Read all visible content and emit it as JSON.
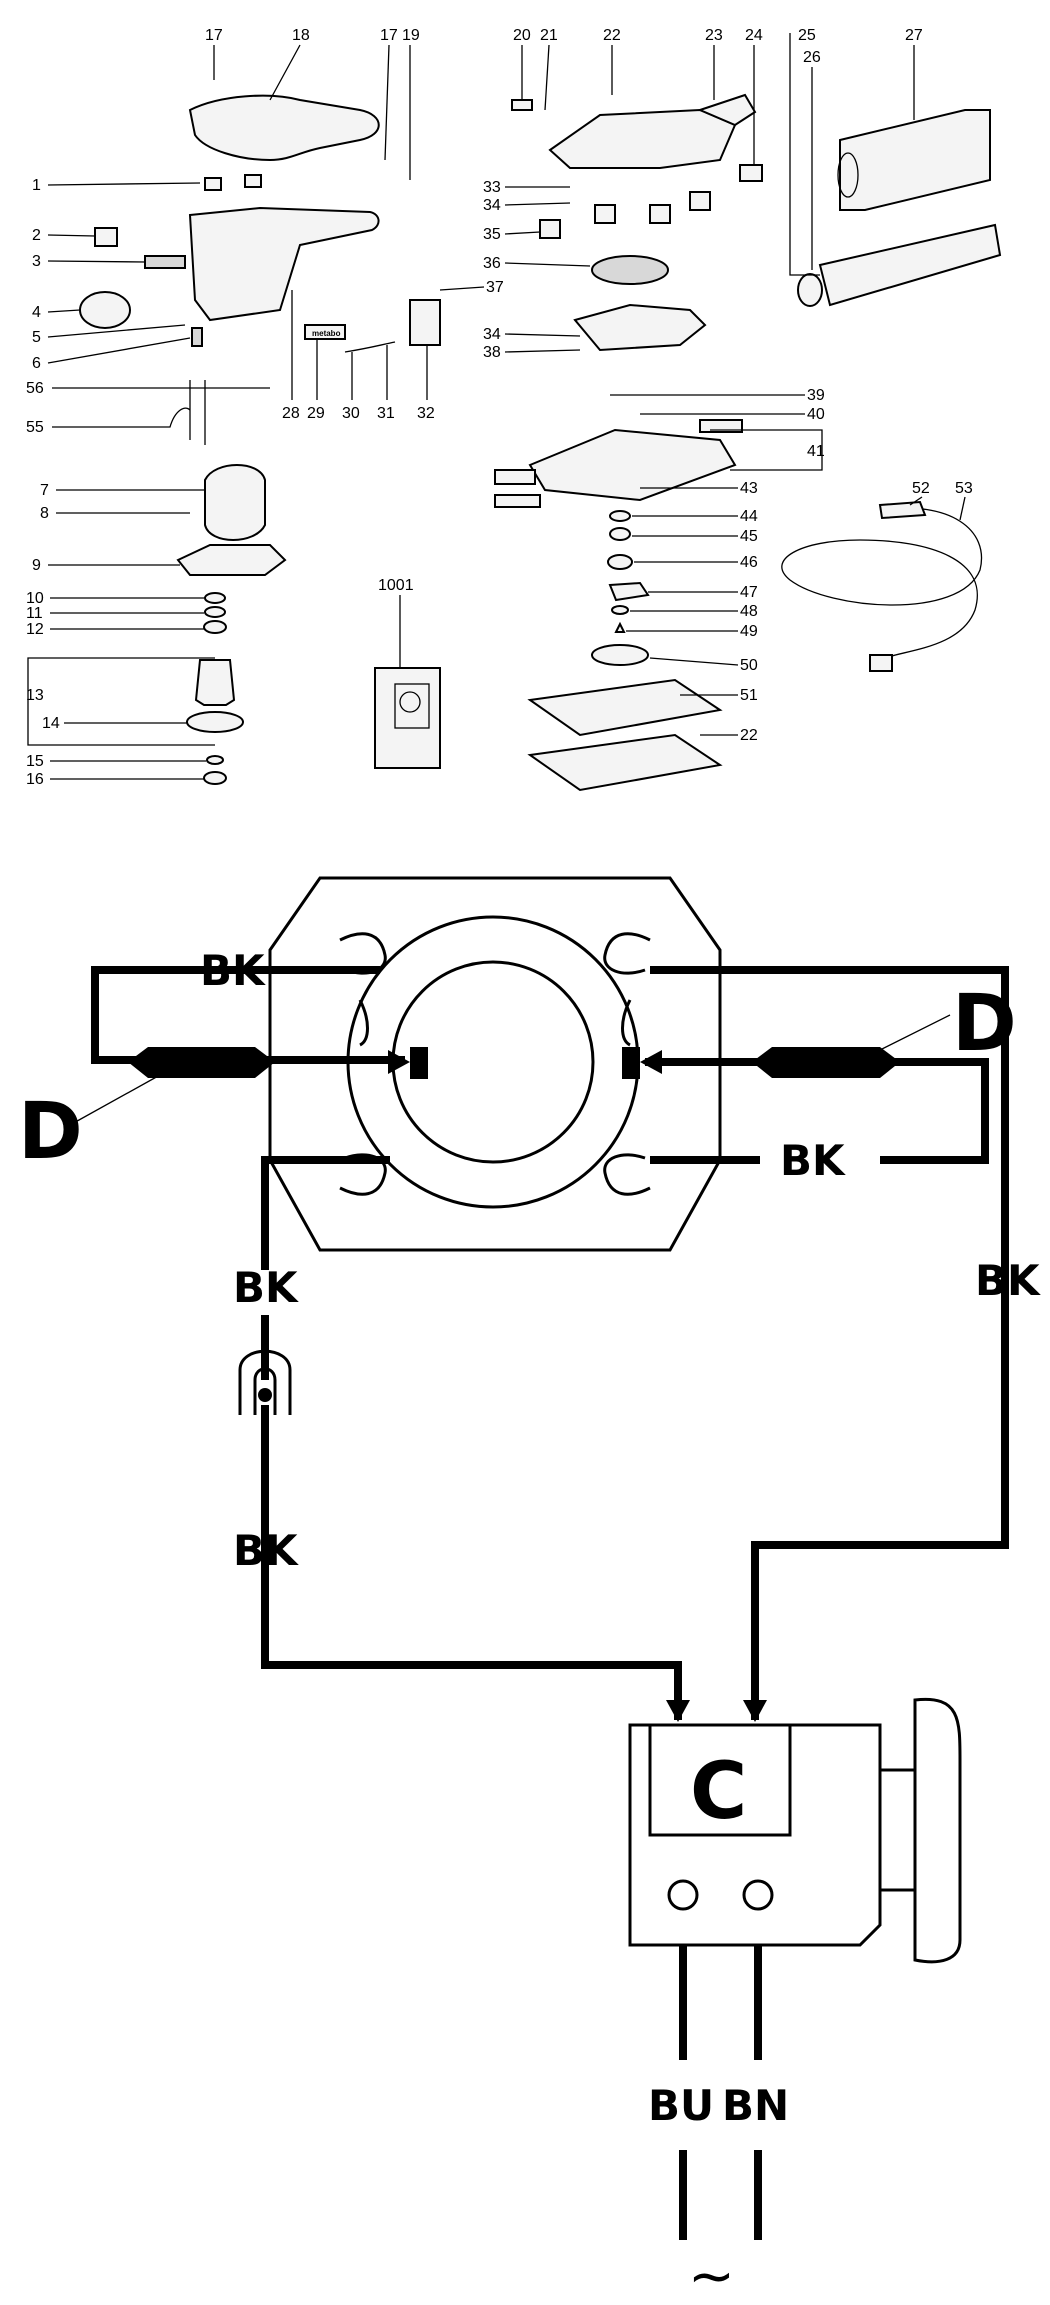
{
  "exploded_view": {
    "part_numbers_top_left": [
      "17",
      "18",
      "17",
      "19"
    ],
    "part_numbers_left": [
      "1",
      "2",
      "3",
      "4",
      "5",
      "6",
      "56",
      "55",
      "7",
      "8",
      "9",
      "10",
      "11",
      "12",
      "13",
      "14",
      "15",
      "16"
    ],
    "part_numbers_lower_middle_left": [
      "28",
      "29",
      "30",
      "31",
      "32"
    ],
    "part_numbers_top_middle": [
      "20",
      "21",
      "22",
      "23",
      "24",
      "25",
      "26",
      "27"
    ],
    "part_numbers_middle": [
      "33",
      "34",
      "35",
      "36",
      "37",
      "34",
      "38"
    ],
    "part_numbers_lower_right": [
      "39",
      "40",
      "41",
      "43",
      "44",
      "45",
      "46",
      "47",
      "48",
      "49",
      "50",
      "51",
      "22"
    ],
    "part_numbers_cord": [
      "52",
      "53"
    ],
    "detail_number": "1001",
    "brand_marking": "metabo"
  },
  "wiring_diagram": {
    "wire_color_black": "BK",
    "wire_color_blue": "BU",
    "wire_color_brown": "BN",
    "suppressor_label": "D",
    "switch_label": "C",
    "ac_symbol": "~"
  }
}
